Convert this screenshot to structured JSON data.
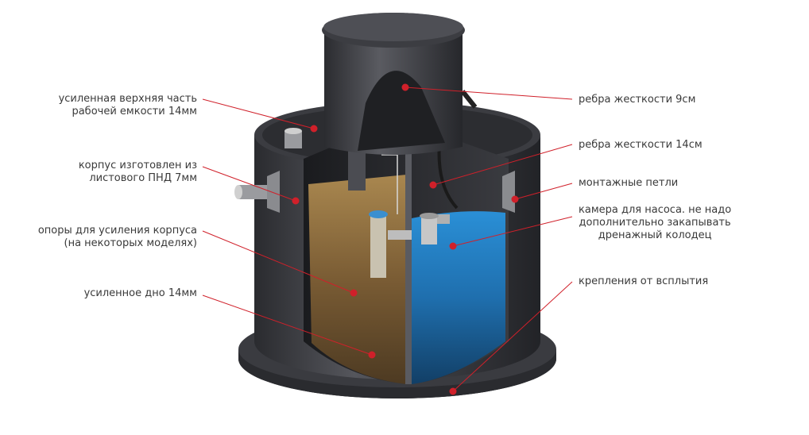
{
  "labels_left": [
    {
      "id": "top-part",
      "lines": [
        "усиленная верхняя часть",
        "рабочей емкости 14мм"
      ]
    },
    {
      "id": "body-material",
      "lines": [
        "корпус изготовлен из",
        "листового ПНД 7мм"
      ]
    },
    {
      "id": "supports",
      "lines": [
        "опоры для усиления корпуса",
        "(на некоторых моделях)"
      ]
    },
    {
      "id": "bottom",
      "lines": [
        "усиленное дно 14мм"
      ]
    }
  ],
  "labels_right": [
    {
      "id": "ribs-9",
      "lines": [
        "ребра жесткости 9см"
      ]
    },
    {
      "id": "ribs-14",
      "lines": [
        "ребра жесткости 14см"
      ]
    },
    {
      "id": "loops",
      "lines": [
        "монтажные петли"
      ]
    },
    {
      "id": "pump-chamber",
      "lines": [
        "камера для насоса. не надо",
        "дополнительно закапывать",
        "дренажный колодец"
      ]
    },
    {
      "id": "anchors",
      "lines": [
        "крепления от всплытия"
      ]
    }
  ],
  "colors": {
    "body_dark": "#2f3034",
    "body_mid": "#4a4b50",
    "body_light": "#6b6c72",
    "water": "#1f76b8",
    "sludge": "#8a6a3c",
    "leader": "#d0202a"
  }
}
